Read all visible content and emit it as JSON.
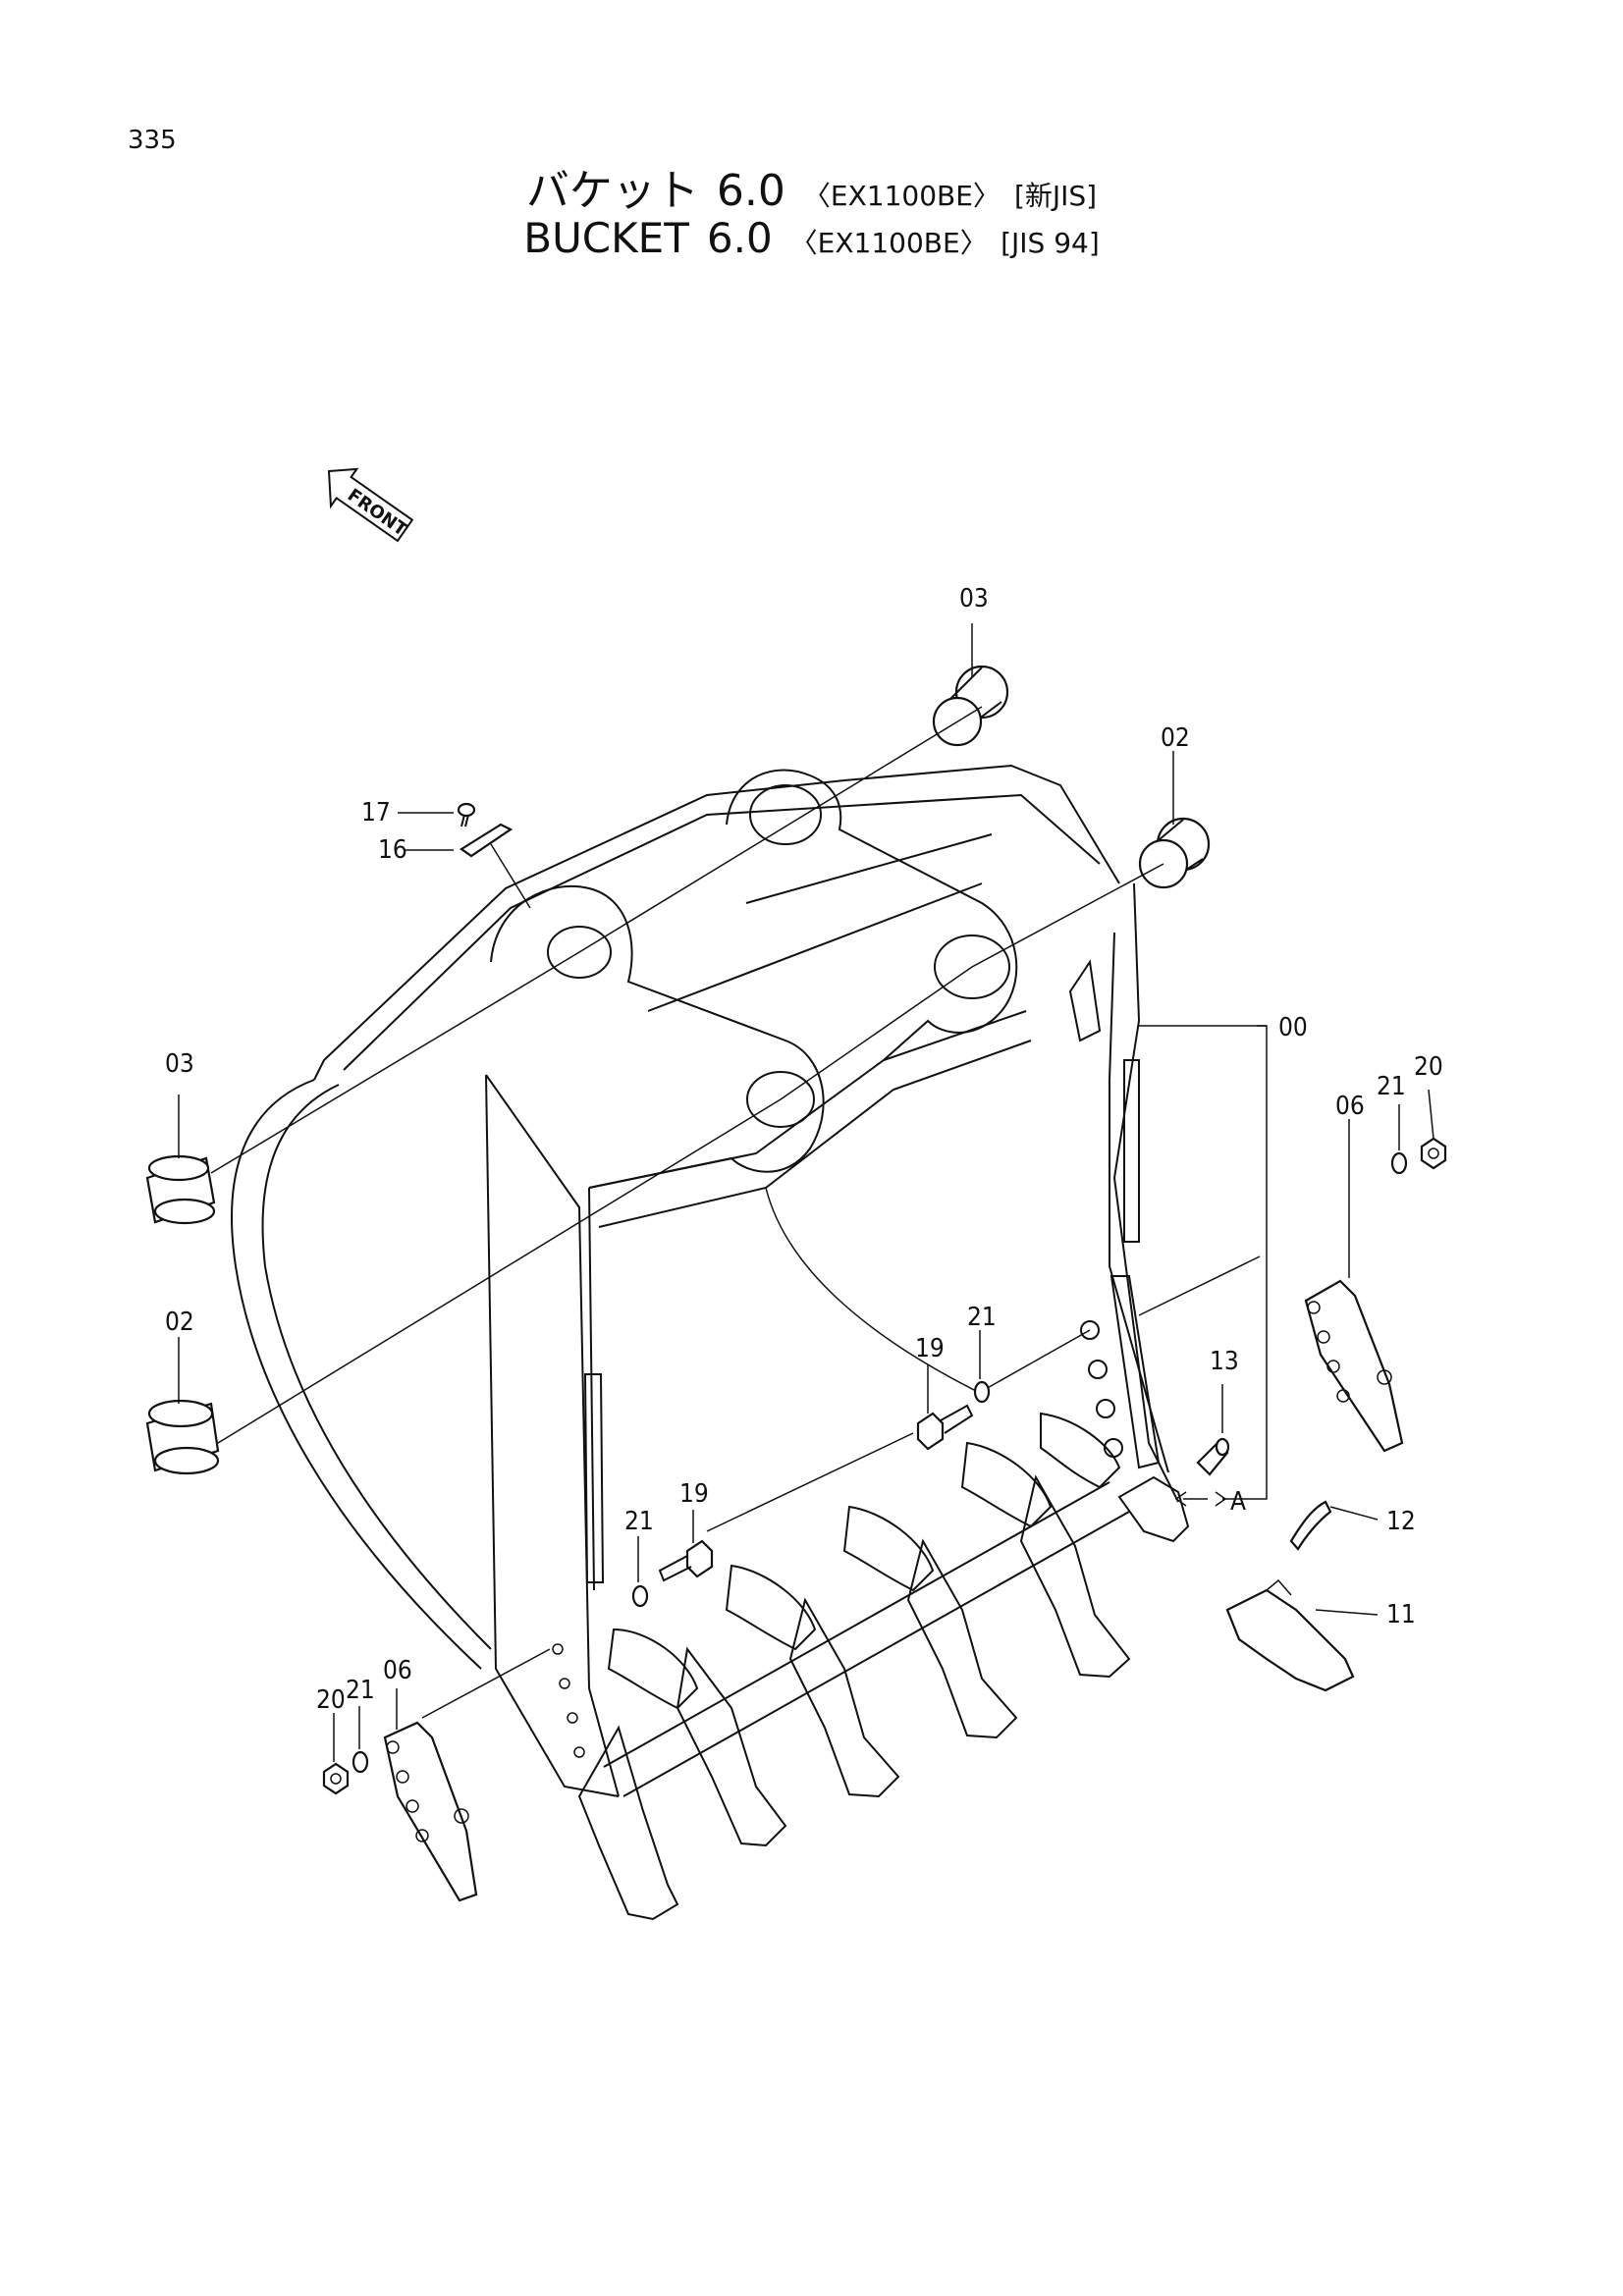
{
  "page_number": "335",
  "title": {
    "jp_main": "バケット",
    "en_main": "BUCKET",
    "capacity": "6.0",
    "model": "〈EX1100BE〉",
    "jp_standard": "[新JIS]",
    "en_standard": "[JIS 94]"
  },
  "front_label": "FRONT",
  "section_label": "A",
  "callouts": {
    "c00": "00",
    "c02_top": "02",
    "c02_left": "02",
    "c03_top": "03",
    "c03_left": "03",
    "c06_right": "06",
    "c06_left": "06",
    "c11": "11",
    "c12": "12",
    "c13": "13",
    "c16": "16",
    "c17": "17",
    "c19_center": "19",
    "c19_left": "19",
    "c20_right": "20",
    "c20_left": "20",
    "c21_right": "21",
    "c21_center": "21",
    "c21_lower": "21",
    "c21_left": "21"
  }
}
